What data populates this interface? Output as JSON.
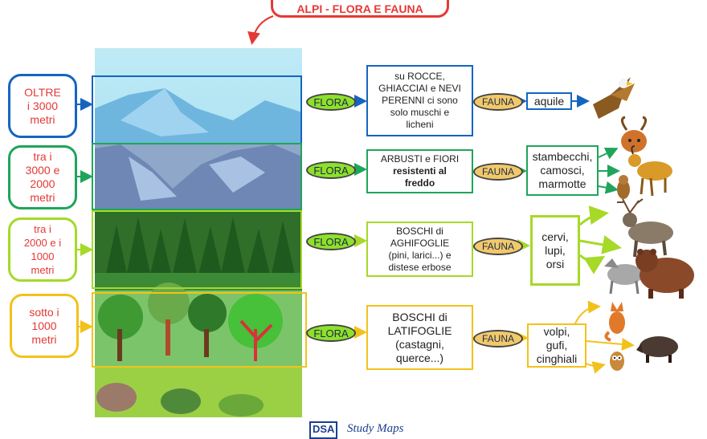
{
  "title": "ALPI - FLORA E FAUNA",
  "colors": {
    "red": "#e53935",
    "blue": "#1565c0",
    "green": "#1fa55a",
    "lime": "#a6d928",
    "yellow": "#f2c21c",
    "flora_fill": "#8ee02a",
    "fauna_fill": "#f2c96a"
  },
  "altitudes": [
    {
      "lines": [
        "OLTRE",
        "i 3000",
        "metri"
      ]
    },
    {
      "lines": [
        "tra i",
        "3000 e",
        "2000",
        "metri"
      ]
    },
    {
      "lines": [
        "tra i",
        "2000 e i",
        "1000",
        "metri"
      ]
    },
    {
      "lines": [
        "sotto i",
        "1000",
        "metri"
      ]
    }
  ],
  "flora_label": "FLORA",
  "fauna_label": "FAUNA",
  "flora": [
    {
      "lines": [
        "su ROCCE,",
        "GHIACCIAI e NEVI",
        "PERENNI ci sono",
        "solo muschi e",
        "licheni"
      ]
    },
    {
      "lines": [
        "ARBUSTI e FIORI"
      ],
      "bold_lines": [
        "resistenti al",
        "freddo"
      ]
    },
    {
      "lines": [
        "BOSCHI di",
        "AGHIFOGLIE",
        "(pini, larici...) e",
        "distese erbose"
      ]
    },
    {
      "lines": [
        "BOSCHI di",
        "LATIFOGLIE",
        "(castagni,",
        "querce...)"
      ]
    }
  ],
  "fauna": [
    {
      "lines": [
        "aquile"
      ]
    },
    {
      "lines": [
        "stambecchi,",
        "camosci,",
        "marmotte"
      ]
    },
    {
      "lines": [
        "cervi,",
        "lupi,",
        "orsi"
      ]
    },
    {
      "lines": [
        "volpi,",
        "gufi,",
        "cinghiali"
      ]
    }
  ],
  "animal_icons": [
    "eagle-icon",
    "ibex-icon",
    "chamois-icon",
    "marmot-icon",
    "deer-icon",
    "wolf-icon",
    "bear-icon",
    "fox-icon",
    "owl-icon",
    "boar-icon"
  ],
  "footer": {
    "logo": "DSA",
    "text": "Study Maps"
  }
}
